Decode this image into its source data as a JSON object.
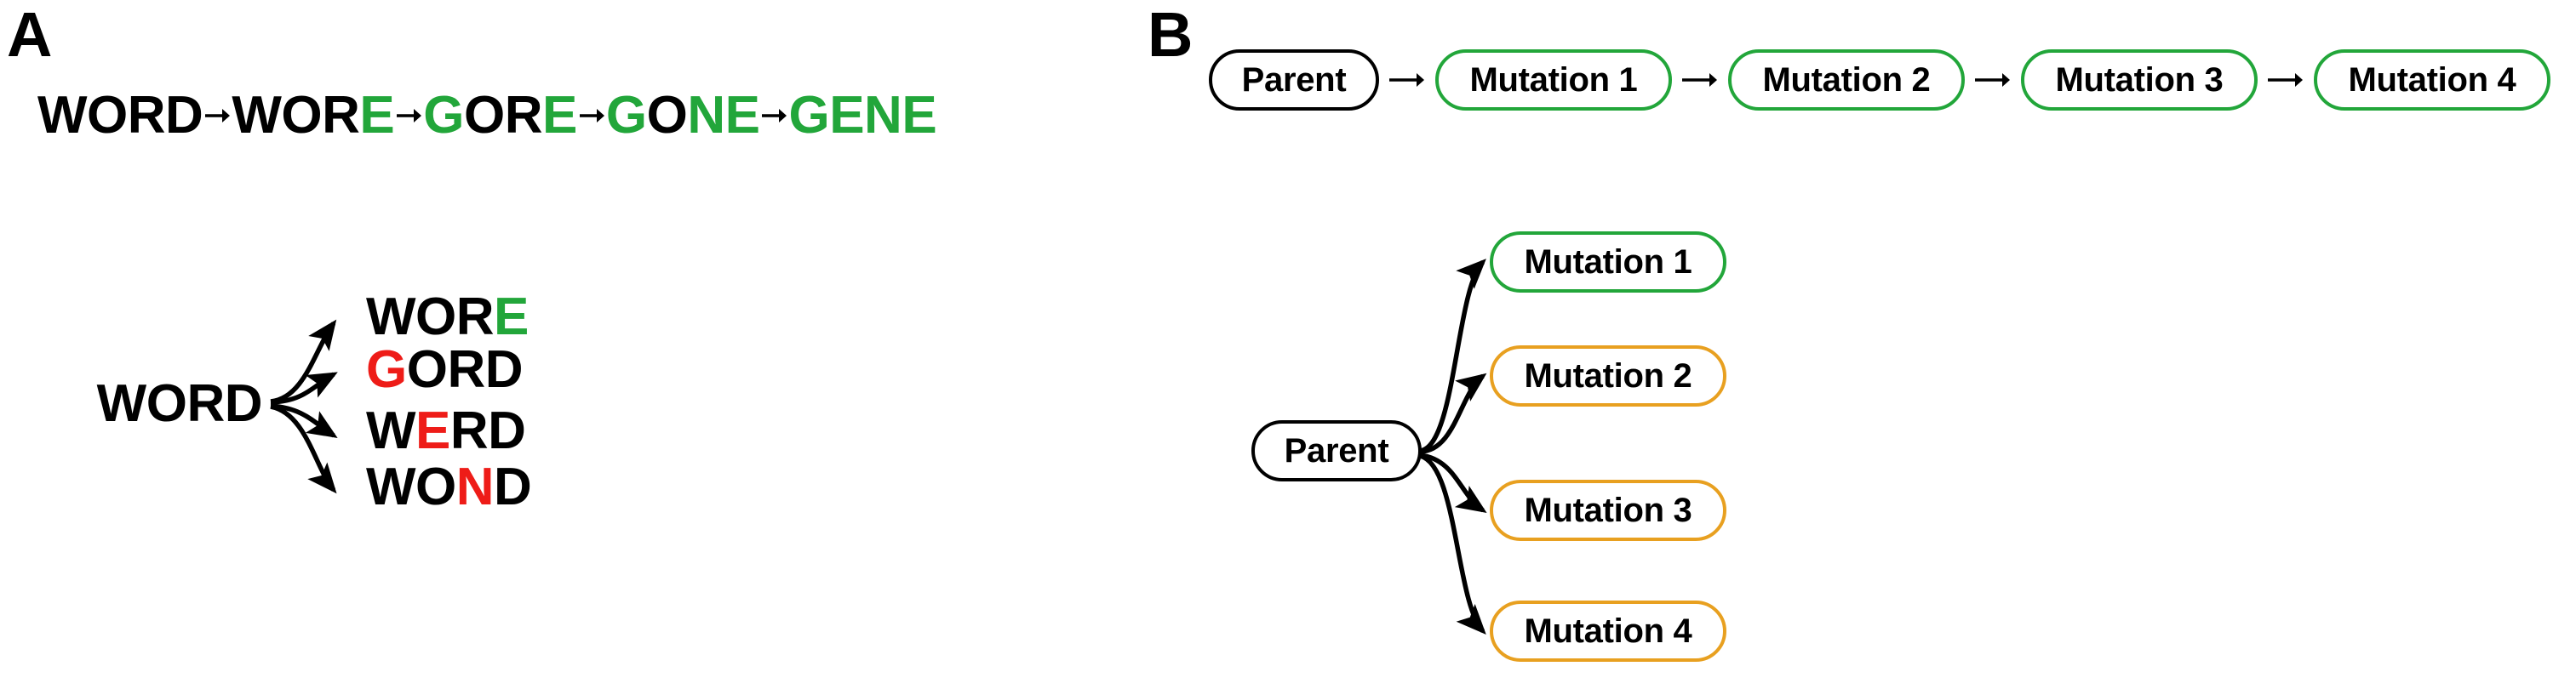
{
  "figure": {
    "panels": [
      {
        "letter": "A"
      },
      {
        "letter": "B"
      }
    ],
    "colors": {
      "mutation_green": "#22A63A",
      "mutation_red": "#EE1C18",
      "mutation_orange": "#E8A020",
      "neutral_black": "#000000",
      "background": "#FFFFFF"
    }
  },
  "panel_a": {
    "letter": "A",
    "chain": {
      "arrow_glyph": "arrow-right-icon",
      "words": [
        {
          "text": "WORD",
          "letters": [
            {
              "char": "W",
              "color": "#000000"
            },
            {
              "char": "O",
              "color": "#000000"
            },
            {
              "char": "R",
              "color": "#000000"
            },
            {
              "char": "D",
              "color": "#000000"
            }
          ]
        },
        {
          "text": "WORE",
          "letters": [
            {
              "char": "W",
              "color": "#000000"
            },
            {
              "char": "O",
              "color": "#000000"
            },
            {
              "char": "R",
              "color": "#000000"
            },
            {
              "char": "E",
              "color": "#22A63A"
            }
          ]
        },
        {
          "text": "GORE",
          "letters": [
            {
              "char": "G",
              "color": "#22A63A"
            },
            {
              "char": "O",
              "color": "#000000"
            },
            {
              "char": "R",
              "color": "#000000"
            },
            {
              "char": "E",
              "color": "#22A63A"
            }
          ]
        },
        {
          "text": "GONE",
          "letters": [
            {
              "char": "G",
              "color": "#22A63A"
            },
            {
              "char": "O",
              "color": "#000000"
            },
            {
              "char": "N",
              "color": "#22A63A"
            },
            {
              "char": "E",
              "color": "#22A63A"
            }
          ]
        },
        {
          "text": "GENE",
          "letters": [
            {
              "char": "G",
              "color": "#22A63A"
            },
            {
              "char": "E",
              "color": "#22A63A"
            },
            {
              "char": "N",
              "color": "#22A63A"
            },
            {
              "char": "E",
              "color": "#22A63A"
            }
          ]
        }
      ]
    },
    "fan": {
      "root": {
        "text": "WORD",
        "letters": [
          {
            "char": "W",
            "color": "#000000"
          },
          {
            "char": "O",
            "color": "#000000"
          },
          {
            "char": "R",
            "color": "#000000"
          },
          {
            "char": "D",
            "color": "#000000"
          }
        ]
      },
      "leaves": [
        {
          "text": "WORE",
          "letters": [
            {
              "char": "W",
              "color": "#000000"
            },
            {
              "char": "O",
              "color": "#000000"
            },
            {
              "char": "R",
              "color": "#000000"
            },
            {
              "char": "E",
              "color": "#22A63A"
            }
          ]
        },
        {
          "text": "GORD",
          "letters": [
            {
              "char": "G",
              "color": "#EE1C18"
            },
            {
              "char": "O",
              "color": "#000000"
            },
            {
              "char": "R",
              "color": "#000000"
            },
            {
              "char": "D",
              "color": "#000000"
            }
          ]
        },
        {
          "text": "WERD",
          "letters": [
            {
              "char": "W",
              "color": "#000000"
            },
            {
              "char": "E",
              "color": "#EE1C18"
            },
            {
              "char": "R",
              "color": "#000000"
            },
            {
              "char": "D",
              "color": "#000000"
            }
          ]
        },
        {
          "text": "WOND",
          "letters": [
            {
              "char": "W",
              "color": "#000000"
            },
            {
              "char": "O",
              "color": "#000000"
            },
            {
              "char": "N",
              "color": "#EE1C18"
            },
            {
              "char": "D",
              "color": "#000000"
            }
          ]
        }
      ]
    }
  },
  "panel_b": {
    "letter": "B",
    "chain": {
      "arrow_glyph": "arrow-right-icon",
      "nodes": [
        {
          "label": "Parent",
          "border": "#000000",
          "style": "black"
        },
        {
          "label": "Mutation 1",
          "border": "#22A63A",
          "style": "green"
        },
        {
          "label": "Mutation 2",
          "border": "#22A63A",
          "style": "green"
        },
        {
          "label": "Mutation 3",
          "border": "#22A63A",
          "style": "green"
        },
        {
          "label": "Mutation 4",
          "border": "#22A63A",
          "style": "green"
        }
      ]
    },
    "fan": {
      "root": {
        "label": "Parent",
        "border": "#000000",
        "style": "black"
      },
      "leaves": [
        {
          "label": "Mutation 1",
          "border": "#22A63A",
          "style": "green"
        },
        {
          "label": "Mutation 2",
          "border": "#E8A020",
          "style": "orange"
        },
        {
          "label": "Mutation 3",
          "border": "#E8A020",
          "style": "orange"
        },
        {
          "label": "Mutation 4",
          "border": "#E8A020",
          "style": "orange"
        }
      ]
    }
  }
}
